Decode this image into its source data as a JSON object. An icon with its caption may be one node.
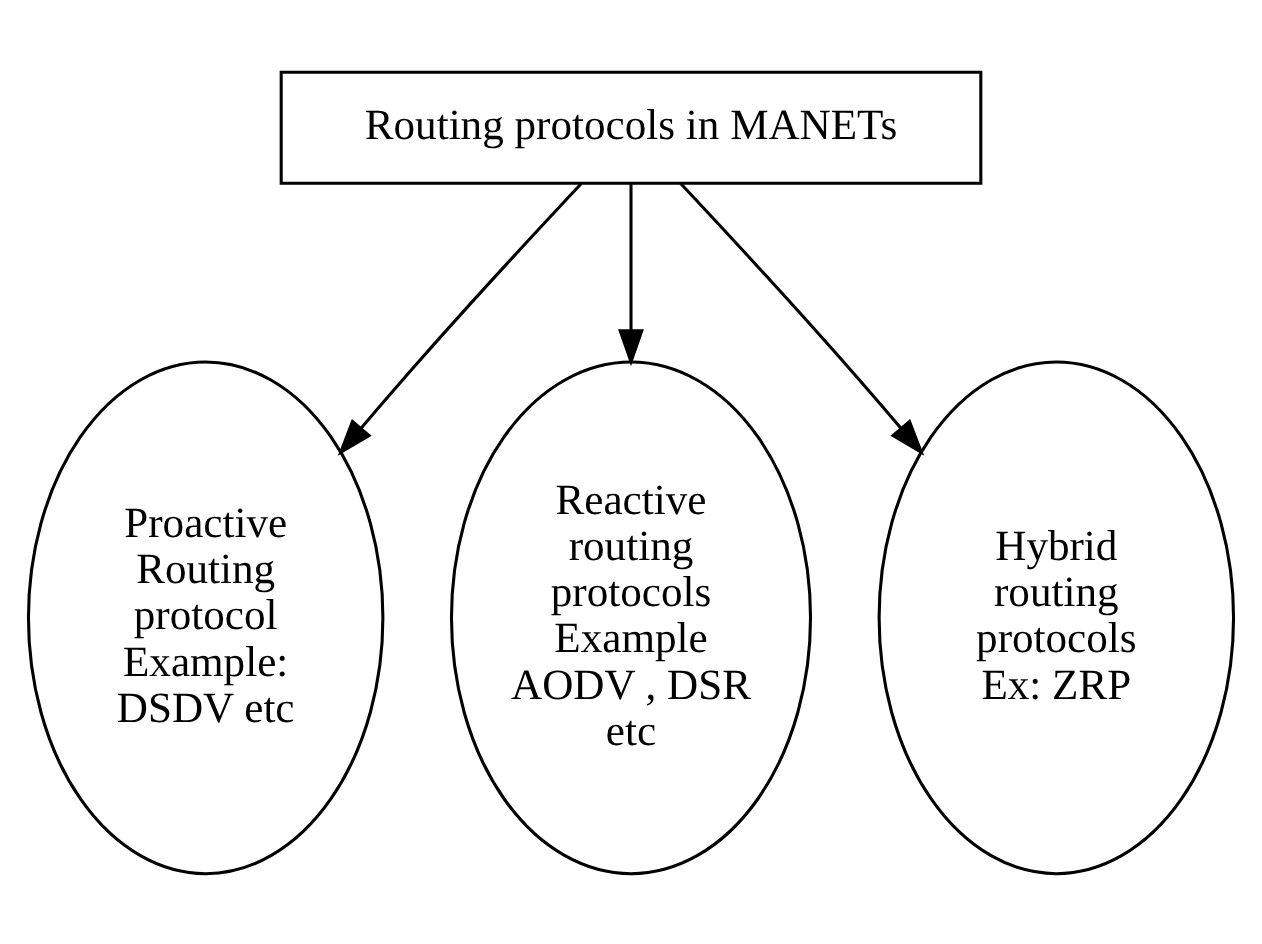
{
  "diagram": {
    "nodes": [
      {
        "text": [
          "Routing protocols in MANETs"
        ]
      },
      {
        "text": [
          "Proactive Routing protocol Example: DSDV etc"
        ]
      },
      {
        "text": [
          "Reactive routing protocols Example AODV , DSR etc"
        ]
      },
      {
        "text": [
          "Hybrid routing protocols Ex: ZRP"
        ]
      }
    ],
    "edges": [
      {
        "from": 0,
        "to": 1,
        "arrow": "to"
      },
      {
        "from": 0,
        "to": 2,
        "arrow": "to"
      },
      {
        "from": 0,
        "to": 3,
        "arrow": "to"
      }
    ]
  }
}
